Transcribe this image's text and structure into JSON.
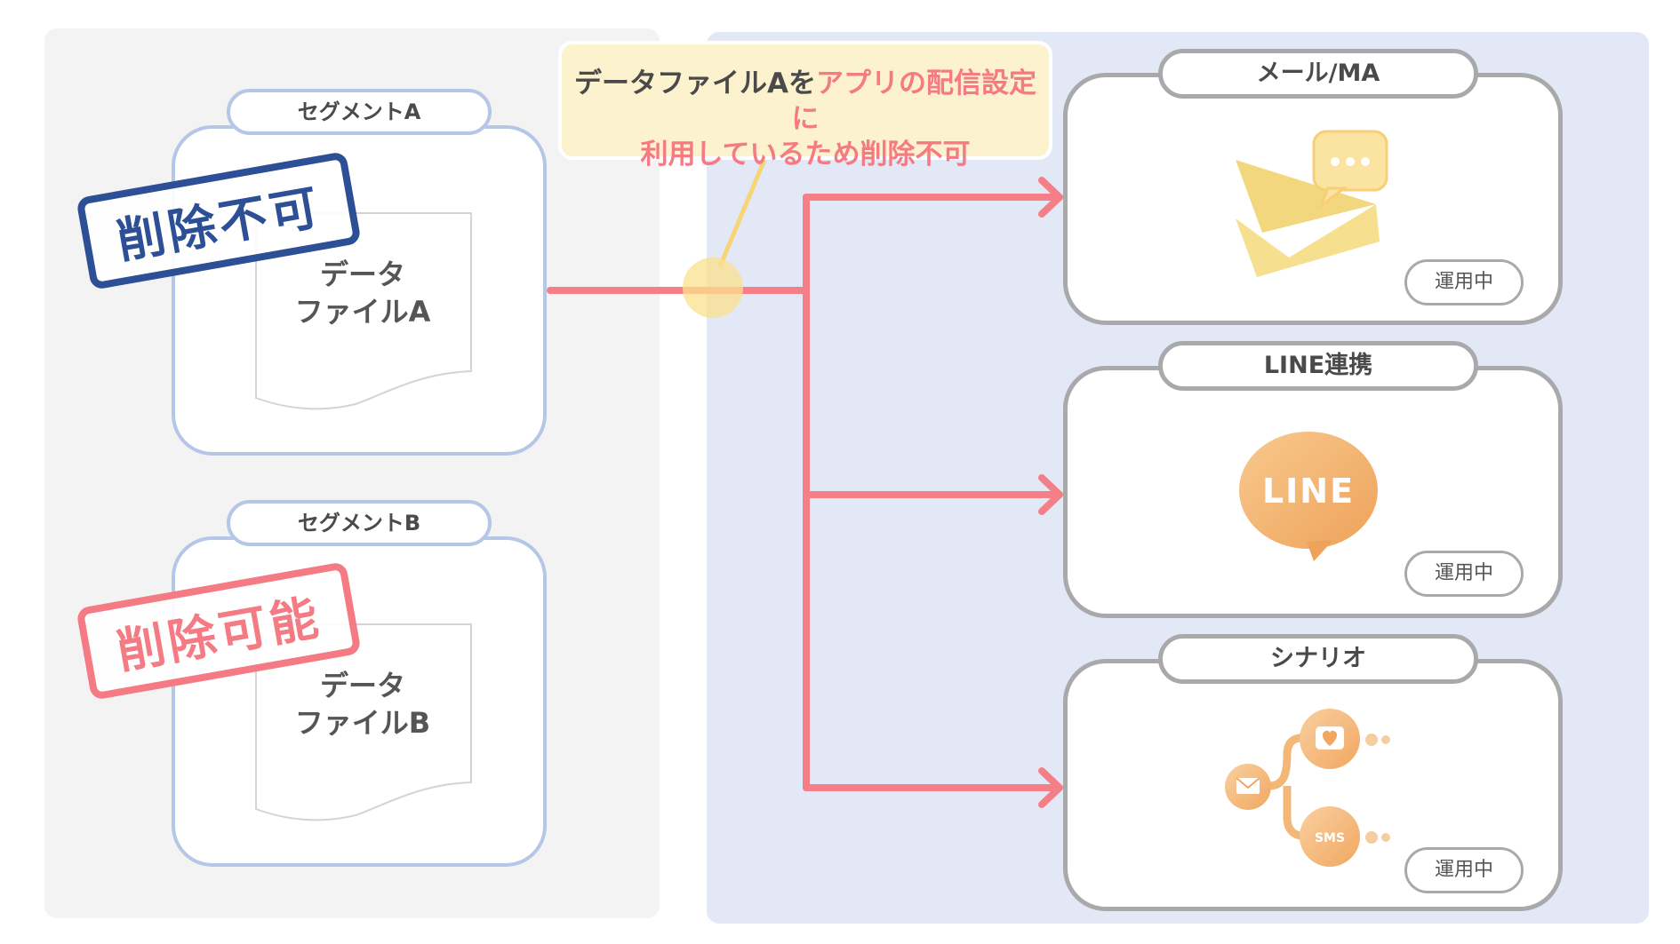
{
  "callout": {
    "part1": "データファイルAを",
    "part2": "アプリの配信設定に",
    "line2": "利用しているため削除不可"
  },
  "segments": [
    {
      "tab": "セグメントA",
      "doc_line1": "データ",
      "doc_line2": "ファイルA",
      "stamp": "削除不可"
    },
    {
      "tab": "セグメントB",
      "doc_line1": "データ",
      "doc_line2": "ファイルB",
      "stamp": "削除可能"
    }
  ],
  "channels": [
    {
      "tab": "メール/MA",
      "status": "運用中"
    },
    {
      "tab": "LINE連携",
      "status": "運用中",
      "logo": "LINE"
    },
    {
      "tab": "シナリオ",
      "status": "運用中",
      "badge": "SMS"
    }
  ],
  "colors": {
    "line": "#f57f87",
    "navy": "#2c4f95",
    "pink": "#f47b84",
    "orange": "#f2a85a",
    "callout_bg": "#fdf2ce"
  }
}
